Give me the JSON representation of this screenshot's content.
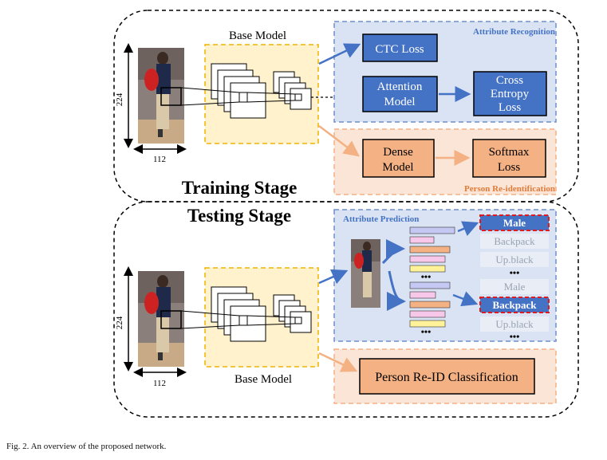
{
  "training": {
    "stage_label": "Training Stage",
    "base_model_label": "Base Model",
    "dim_height": "224",
    "dim_width": "112",
    "attr_recognition_title": "Attribute Recognition",
    "ctc_loss": "CTC Loss",
    "attention_model": [
      "Attention",
      "Model"
    ],
    "cross_entropy_loss": [
      "Cross",
      "Entropy",
      "Loss"
    ],
    "reid_title": "Person Re-identification",
    "dense_model": [
      "Dense",
      "Model"
    ],
    "softmax_loss": [
      "Softmax",
      "Loss"
    ]
  },
  "testing": {
    "stage_label": "Testing Stage",
    "base_model_label": "Base Model",
    "dim_height": "224",
    "dim_width": "112",
    "attr_prediction_title": "Attribute Prediction",
    "group1": [
      "Male",
      "Backpack",
      "Up.black"
    ],
    "group2": [
      "Male",
      "Backpack",
      "Up.black"
    ],
    "ellipsis": "•••",
    "reid_classification": "Person Re-ID Classification"
  },
  "caption": "Fig. 2.   An overview of the proposed network.",
  "colors": {
    "blue_box": "#4472c4",
    "blue_panel": "#dae3f3",
    "orange_box": "#f4b183",
    "orange_panel": "#fbe5d6",
    "yellow_panel": "#fff2cc",
    "highlight_dash": "#e31a1c"
  }
}
